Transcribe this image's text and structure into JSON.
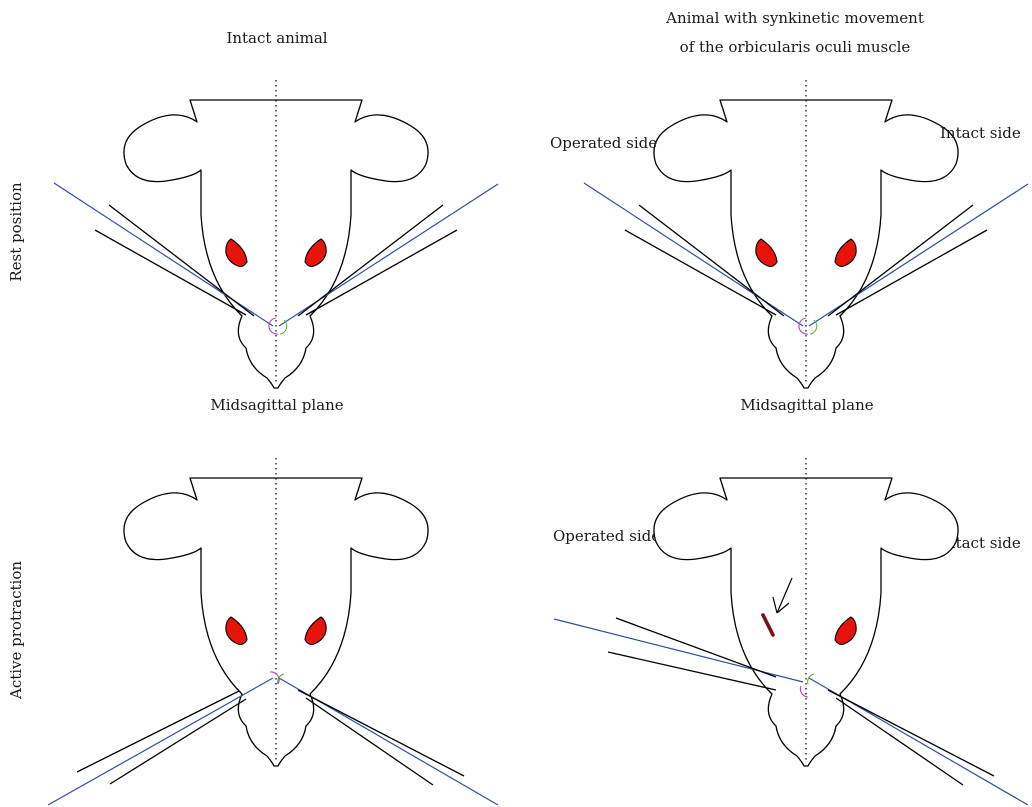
{
  "titles": {
    "intact_animal": "Intact animal",
    "synkinetic_line1": "Animal with synkinetic movement",
    "synkinetic_line2": "of the orbicularis oculi muscle"
  },
  "row_labels": {
    "rest": "Rest position",
    "active": "Active protraction"
  },
  "midsagittal_plane": "Midsagittal plane",
  "side_labels": {
    "operated": "Operated side",
    "intact": "Intact side"
  },
  "colors": {
    "eye": "#e8140c",
    "whisker_axis": "#2e4fa0",
    "left_angle_arc": "#c040c0",
    "right_angle_arc": "#4cb82c",
    "lesion_mark": "#7a1010"
  }
}
